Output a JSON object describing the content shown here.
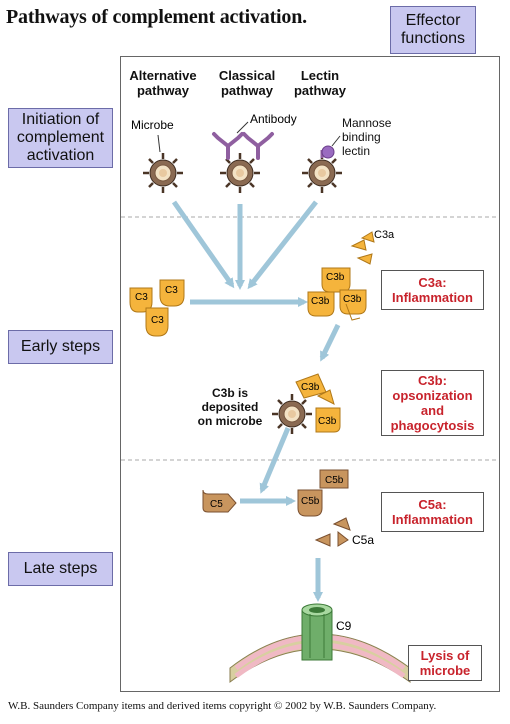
{
  "title": "Pathways of complement activation.",
  "effector_header": "Effector\nfunctions",
  "stages": [
    {
      "label": "Initiation of\ncomplement\nactivation"
    },
    {
      "label": "Early steps"
    },
    {
      "label": "Late steps"
    }
  ],
  "pathways": [
    {
      "name": "Alternative\npathway"
    },
    {
      "name": "Classical\npathway"
    },
    {
      "name": "Lectin\npathway"
    }
  ],
  "labels": {
    "microbe": "Microbe",
    "antibody": "Antibody",
    "mannose": "Mannose\nbinding\nlectin",
    "c3b_deposited": "C3b is\ndeposited\non microbe",
    "c3": "C3",
    "c3a": "C3a",
    "c3b": "C3b",
    "c5": "C5",
    "c5a": "C5a",
    "c5b": "C5b",
    "c9": "C9"
  },
  "effector_functions": [
    {
      "text": "C3a:\nInflammation"
    },
    {
      "text": "C3b:\nopsonization\nand\nphagocytosis"
    },
    {
      "text": "C5a:\nInflammation"
    },
    {
      "text": "Lysis of\nmicrobe"
    }
  ],
  "colors": {
    "stage_box_fill": "#c9c8f0",
    "effector_text": "#c8232c",
    "complement_fill": "#f5b43c",
    "c5_fill": "#c8955e",
    "arrow": "#9fc6d9",
    "microbe_fill": "#8a6a52",
    "antibody": "#8f5fa0",
    "pore": "#6fae6a",
    "membrane_pink": "#f0b9c4"
  },
  "footer": "W.B. Saunders Company items and derived items copyright © 2002 by W.B. Saunders Company."
}
